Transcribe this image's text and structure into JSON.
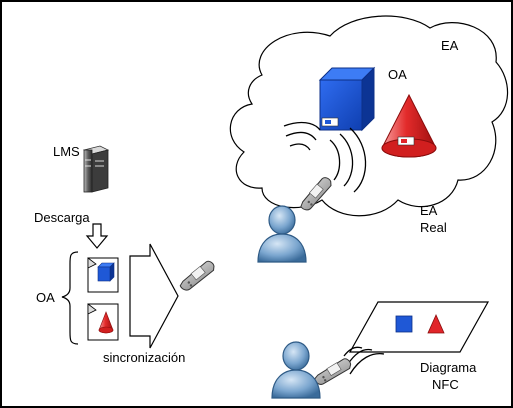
{
  "labels": {
    "ea_top": "EA",
    "oa_top": "OA",
    "ea_real_1": "EA",
    "ea_real_2": "Real",
    "lms": "LMS",
    "descarga": "Descarga",
    "oa_left": "OA",
    "sincronizacion": "sincronización",
    "diagrama": "Diagrama",
    "nfc": "NFC"
  },
  "icons": [
    "server-icon",
    "cube-icon",
    "cone-icon",
    "mobile-phone-icon",
    "user-icon",
    "document-cube-icon",
    "document-cone-icon",
    "wave-signal-icon",
    "arrow-down-icon",
    "arrow-right-icon",
    "brace-icon"
  ],
  "colors": {
    "cube": "#1f58d6",
    "cone": "#e1252a",
    "user": "#7ba6cf",
    "phone": "#9a9a9a",
    "frame": "#000000"
  }
}
